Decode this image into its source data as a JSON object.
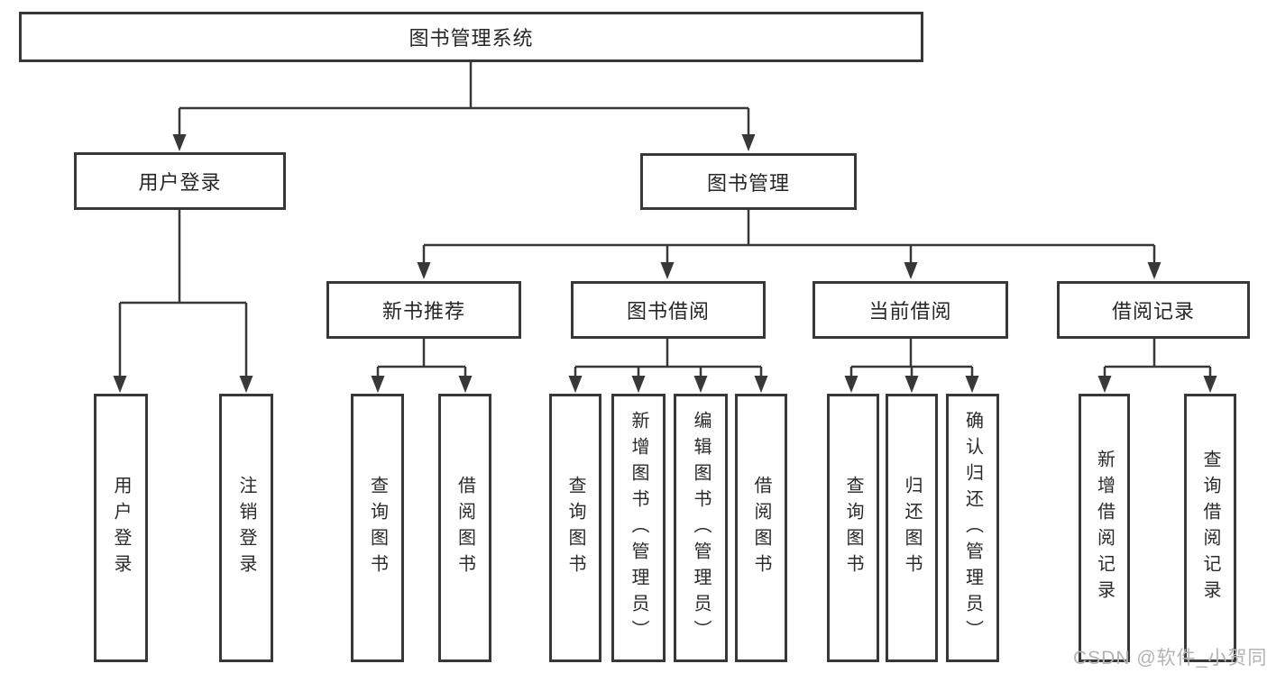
{
  "diagram": {
    "type": "hierarchy-tree",
    "root": {
      "label": "图书管理系统"
    },
    "level2": [
      {
        "label": "用户登录"
      },
      {
        "label": "图书管理"
      }
    ],
    "level3": [
      {
        "label": "新书推荐",
        "parent": "图书管理"
      },
      {
        "label": "图书借阅",
        "parent": "图书管理"
      },
      {
        "label": "当前借阅",
        "parent": "图书管理"
      },
      {
        "label": "借阅记录",
        "parent": "图书管理"
      }
    ],
    "leaves": [
      {
        "label": "用户登录",
        "parent": "用户登录"
      },
      {
        "label": "注销登录",
        "parent": "用户登录"
      },
      {
        "label": "查询图书",
        "parent": "新书推荐"
      },
      {
        "label": "借阅图书",
        "parent": "新书推荐"
      },
      {
        "label": "查询图书",
        "parent": "图书借阅"
      },
      {
        "label": "新增图书（管理员）",
        "parent": "图书借阅"
      },
      {
        "label": "编辑图书（管理员）",
        "parent": "图书借阅"
      },
      {
        "label": "借阅图书",
        "parent": "图书借阅"
      },
      {
        "label": "查询图书",
        "parent": "当前借阅"
      },
      {
        "label": "归还图书",
        "parent": "当前借阅"
      },
      {
        "label": "确认归还（管理员）",
        "parent": "当前借阅"
      },
      {
        "label": "新增借阅记录",
        "parent": "借阅记录"
      },
      {
        "label": "查询借阅记录",
        "parent": "借阅记录"
      }
    ]
  },
  "watermark": "CSDN @软件_小贺同学",
  "colors": {
    "background": "#ffffff",
    "line": "#383838",
    "box_border": "#383838",
    "text": "#262626",
    "watermark": "#b3b3b3"
  }
}
